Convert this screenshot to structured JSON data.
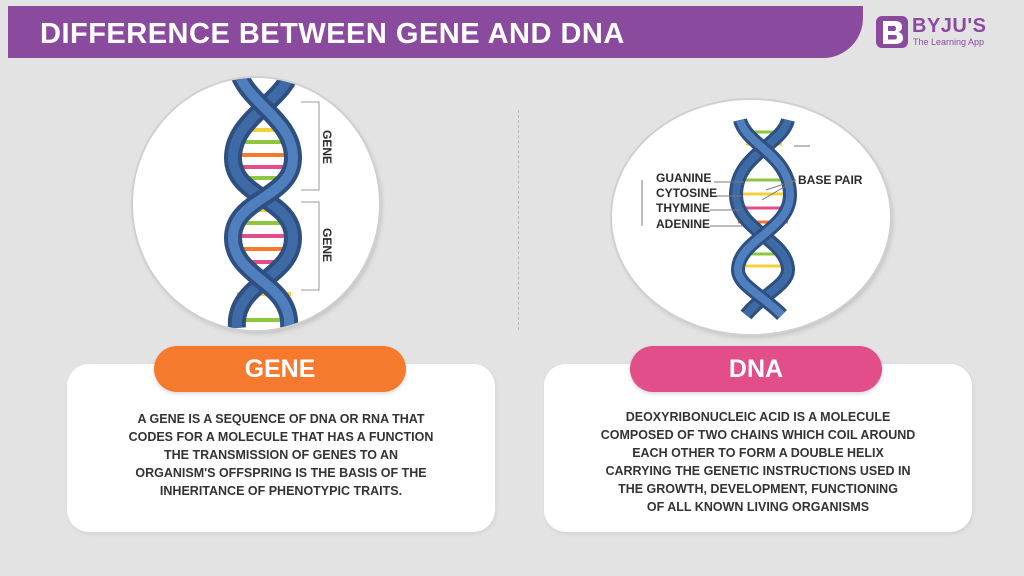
{
  "header": {
    "title": "DIFFERENCE BETWEEN GENE AND DNA",
    "color": "#8a4a9e"
  },
  "logo": {
    "badge_letter": "B",
    "name": "BYJU'S",
    "tagline": "The Learning App"
  },
  "gene_diagram": {
    "labels": [
      "GENE",
      "GENE"
    ],
    "icon": "dna-helix-icon"
  },
  "dna_diagram": {
    "labels": {
      "guanine": "GUANINE",
      "cytosine": "CYTOSINE",
      "thymine": "THYMINE",
      "adenine": "ADENINE",
      "base_pair": "BASE PAIR"
    },
    "icon": "dna-helix-icon"
  },
  "gene": {
    "title": "GENE",
    "accent": "#f57a2e",
    "description": "A GENE IS A SEQUENCE OF DNA OR RNA THAT\nCODES FOR A MOLECULE THAT HAS A FUNCTION\nTHE TRANSMISSION OF GENES TO AN\nORGANISM'S OFFSPRING IS THE BASIS OF THE\nINHERITANCE OF PHENOTYPIC TRAITS."
  },
  "dna": {
    "title": "DNA",
    "accent": "#e24e8a",
    "description": "DEOXYRIBONUCLEIC ACID IS A MOLECULE\nCOMPOSED OF TWO CHAINS WHICH COIL AROUND\nEACH OTHER TO FORM A DOUBLE HELIX\nCARRYING THE GENETIC INSTRUCTIONS USED IN\nTHE GROWTH, DEVELOPMENT, FUNCTIONING\nOF ALL KNOWN LIVING ORGANISMS"
  }
}
